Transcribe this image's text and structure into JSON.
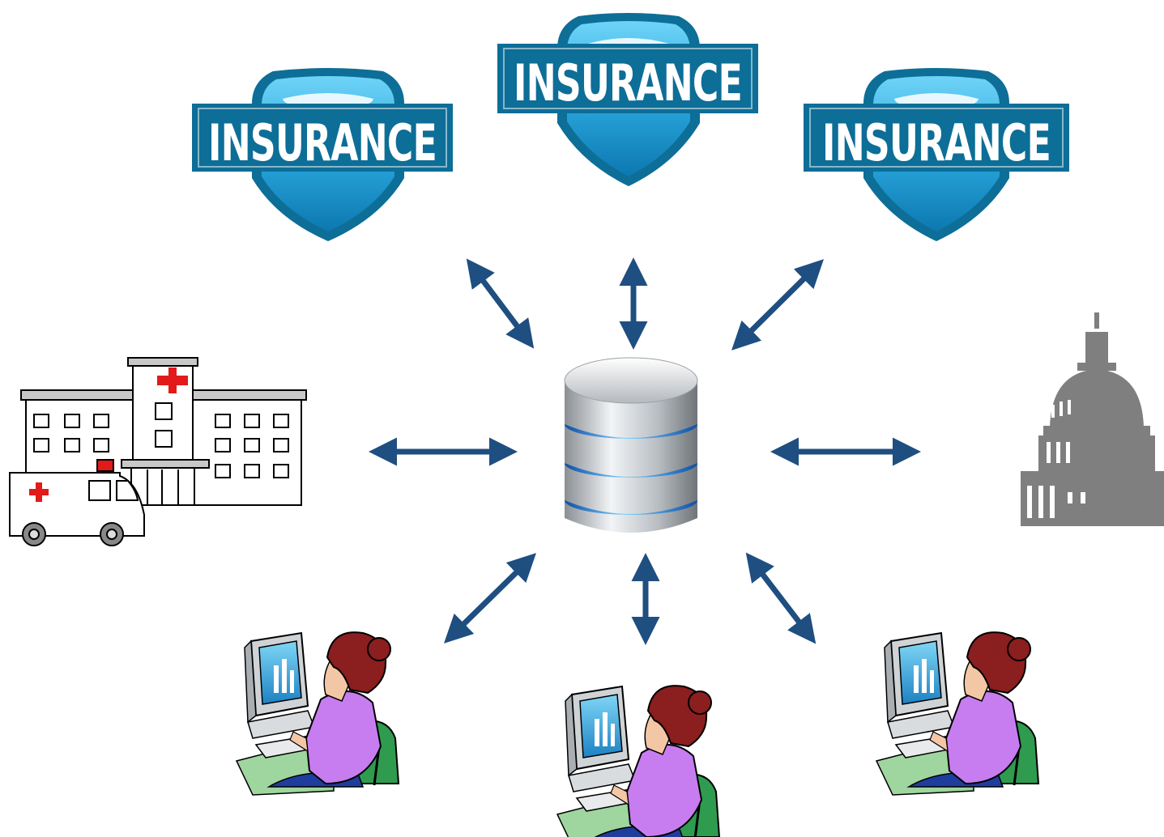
{
  "insurance_badges": [
    {
      "label": "INSURANCE",
      "icon": "insurance-shield-icon"
    },
    {
      "label": "INSURANCE",
      "icon": "insurance-shield-icon"
    },
    {
      "label": "INSURANCE",
      "icon": "insurance-shield-icon"
    }
  ],
  "center": {
    "icon": "database-icon"
  },
  "left": {
    "icon": "hospital-ambulance-icon"
  },
  "right": {
    "icon": "capitol-building-icon"
  },
  "workers": [
    {
      "icon": "computer-worker-icon"
    },
    {
      "icon": "computer-worker-icon"
    },
    {
      "icon": "computer-worker-icon"
    }
  ],
  "arrow_style": "double-headed",
  "colors": {
    "arrow": "#1f4e80",
    "shield_band": "#0d6e97",
    "shield_light": "#2fb4e6",
    "database_band": "#2a8fe0",
    "capitol": "#7f7f7f"
  }
}
